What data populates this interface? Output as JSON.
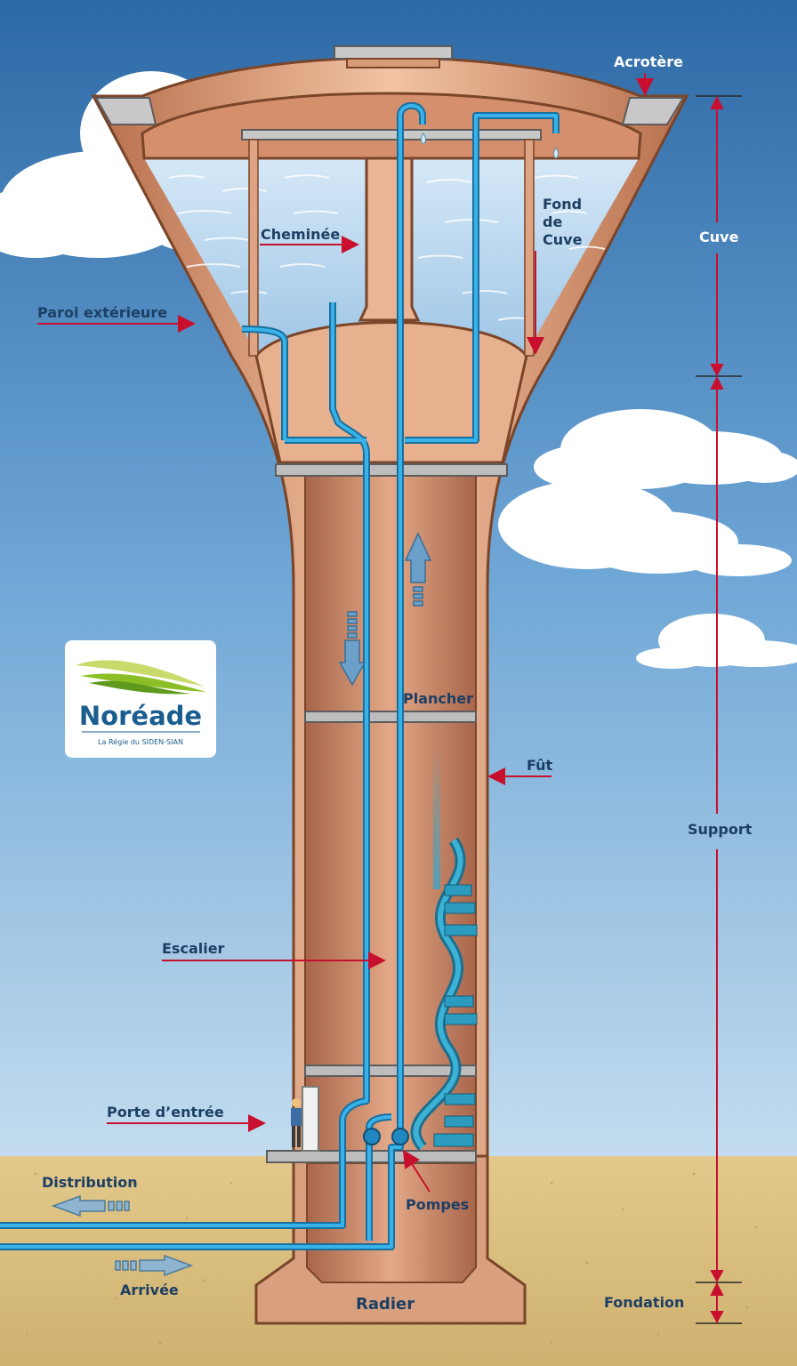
{
  "labels": {
    "acrotere": "Acrotère",
    "cuve": "Cuve",
    "fond_de_cuve": [
      "Fond",
      "de",
      "Cuve"
    ],
    "cheminee": "Cheminée",
    "paroi_exterieure": "Paroi extérieure",
    "plancher": "Plancher",
    "fut": "Fût",
    "support": "Support",
    "escalier": "Escalier",
    "porte_entree": "Porte d’entrée",
    "distribution": "Distribution",
    "pompes": "Pompes",
    "arrivee": "Arrivée",
    "radier": "Radier",
    "fondation": "Fondation"
  },
  "logo": {
    "name": "Noréade",
    "tagline": "La Régie du SIDEN-SIAN"
  },
  "colors": {
    "sky_top": "#2f6ca8",
    "sky_bottom": "#b9d6ee",
    "concrete": "#d99a78",
    "concrete_dark": "#8a5234",
    "water": "#bcd8ef",
    "pipe": "#2a98d0",
    "label_dark": "#1d3f63",
    "arrow_red": "#c8102e",
    "ground": "#d9bf80",
    "logo_green": "#8cbf26",
    "logo_blue": "#1a5d8f"
  }
}
